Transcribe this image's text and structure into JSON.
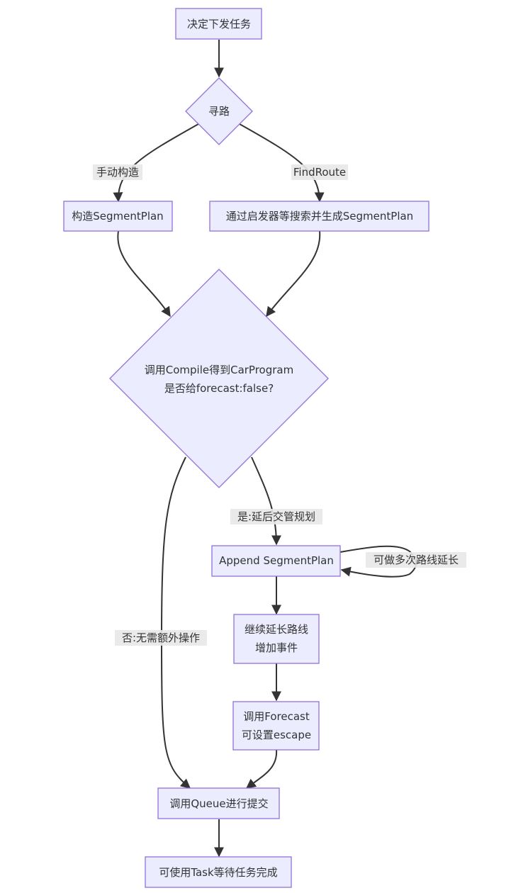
{
  "diagram": {
    "type": "flowchart",
    "nodes": {
      "decide": {
        "label": "决定下发任务",
        "shape": "rect"
      },
      "route": {
        "label": "寻路",
        "shape": "diamond"
      },
      "build": {
        "label": "构造SegmentPlan",
        "shape": "rect"
      },
      "search": {
        "label": "通过启发器等搜索并生成SegmentPlan",
        "shape": "rect"
      },
      "compile": {
        "lines": [
          "调用Compile得到CarProgram",
          "是否给forecast:false?"
        ],
        "shape": "diamond"
      },
      "append": {
        "label": "Append SegmentPlan",
        "shape": "rect"
      },
      "extend": {
        "lines": [
          "继续延长路线",
          "增加事件"
        ],
        "shape": "rect"
      },
      "forecast": {
        "lines": [
          "调用Forecast",
          "可设置escape"
        ],
        "shape": "rect"
      },
      "queue": {
        "label": "调用Queue进行提交",
        "shape": "rect"
      },
      "task": {
        "label": "可使用Task等待任务完成",
        "shape": "rect"
      }
    },
    "edges": {
      "manual": {
        "label": "手动构造"
      },
      "findroute": {
        "label": "FindRoute"
      },
      "yes": {
        "label": "是:延后交管规划"
      },
      "no": {
        "label": "否:无需额外操作"
      },
      "loop": {
        "label": "可做多次路线延长"
      }
    },
    "colors": {
      "node_fill": "#ECECFF",
      "node_stroke": "#9370DB",
      "edge": "#333333",
      "label_bg": "#e8e8e8"
    }
  }
}
